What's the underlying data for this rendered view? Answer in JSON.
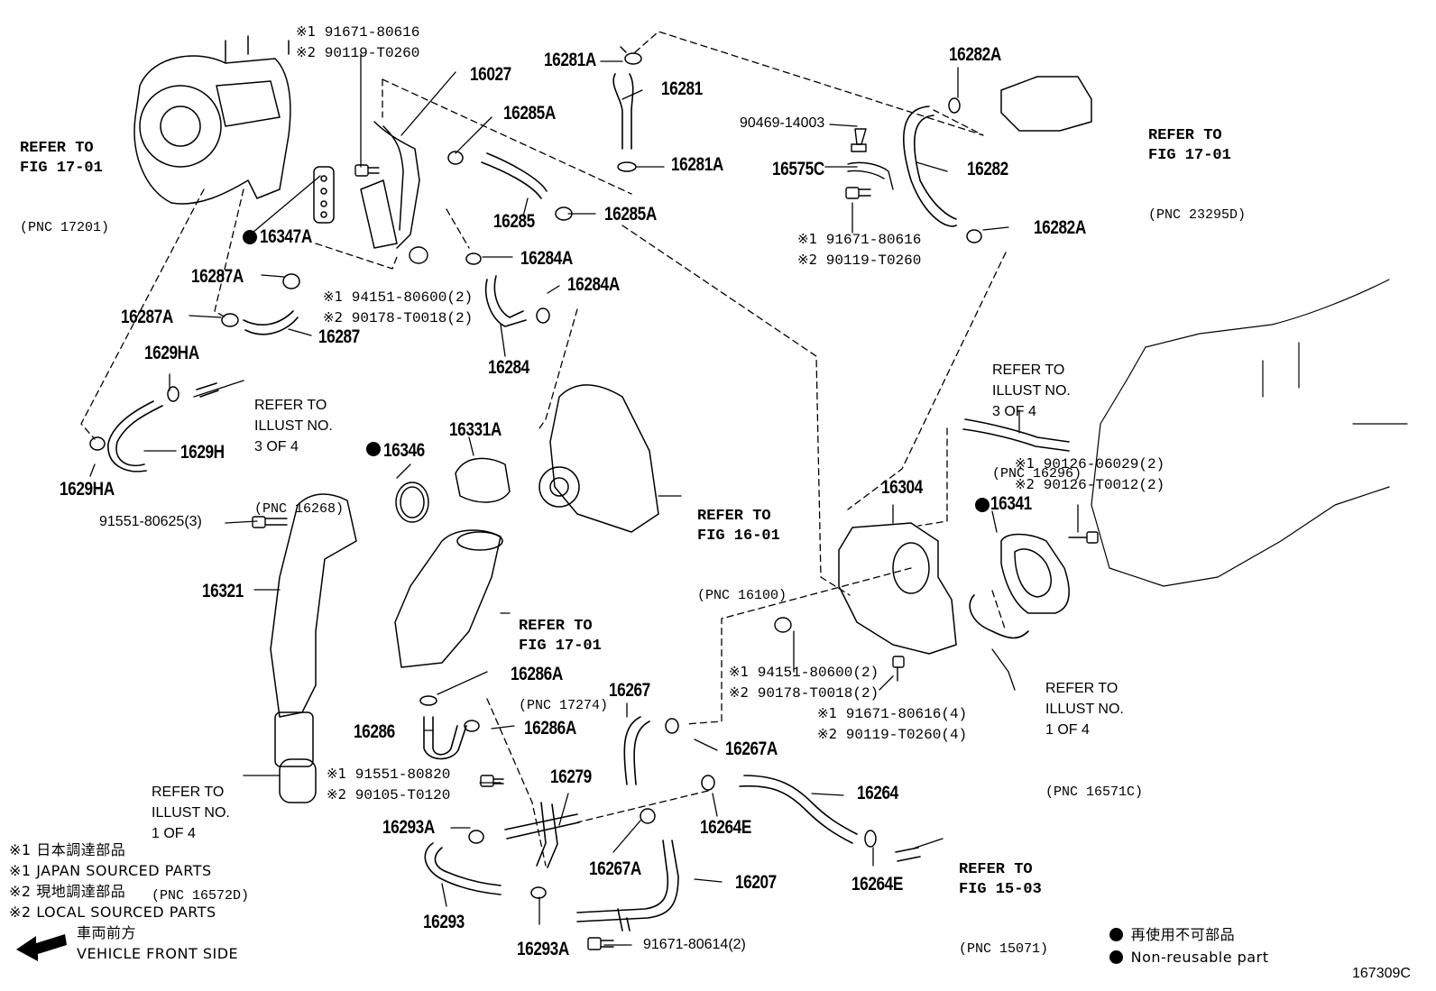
{
  "labels": {
    "l16027": "16027",
    "l16281A_top": "16281A",
    "l16281": "16281",
    "l16281A_bot": "16281A",
    "l16282A_top": "16282A",
    "l16282": "16282",
    "l16282A_bot": "16282A",
    "l90469": "90469-14003",
    "l16575C": "16575C",
    "l16285A_top": "16285A",
    "l16285": "16285",
    "l16285A_bot": "16285A",
    "l16284A_top": "16284A",
    "l16284A_bot": "16284A",
    "l16284": "16284",
    "l16347A": "16347A",
    "l16287A_top": "16287A",
    "l16287A_bot": "16287A",
    "l16287": "16287",
    "l1629HA_top": "1629HA",
    "l1629H": "1629H",
    "l1629HA_bot": "1629HA",
    "l16346": "16346",
    "l16331A": "16331A",
    "l91551_80625": "91551-80625(3)",
    "l16321": "16321",
    "l16304": "16304",
    "l16341": "16341",
    "l16286A_top": "16286A",
    "l16286": "16286",
    "l16286A_bot": "16286A",
    "l16267": "16267",
    "l16267A_top": "16267A",
    "l16279": "16279",
    "l16293A_top": "16293A",
    "l16293": "16293",
    "l16293A_bot": "16293A",
    "l16267A_bot": "16267A",
    "l16207": "16207",
    "l16264E_top": "16264E",
    "l16264": "16264",
    "l16264E_bot": "16264E",
    "l91671_80614": "91671-80614(2)",
    "code": "167309C"
  },
  "notes": {
    "n_top_1": "91671-80616",
    "n_top_2": "90119-T0260",
    "n_right_1": "91671-80616",
    "n_right_2": "90119-T0260",
    "n_mid_1": "94151-80600(2)",
    "n_mid_2": "90178-T0018(2)",
    "n_gasket_1": "90126-06029(2)",
    "n_gasket_2": "90126-T0012(2)",
    "n_wp_1": "94151-80600(2)",
    "n_wp_2": "90178-T0018(2)",
    "n_bolt4_1": "91671-80616(4)",
    "n_bolt4_2": "90119-T0260(4)",
    "n_bot_1": "91551-80820",
    "n_bot_2": "90105-T0120"
  },
  "refers": {
    "r1_title": "REFER TO\nFIG 17-01",
    "r1_pnc": "(PNC 17201)",
    "r2_title": "REFER TO\nFIG 17-01",
    "r2_pnc": "(PNC 23295D)",
    "r3_title": "REFER TO\nILLUST NO.\n3 OF 4",
    "r3_pnc": "(PNC 16268)",
    "r4_title": "REFER TO\nILLUST NO.\n3 OF 4",
    "r4_pnc": "(PNC 16296)",
    "r5_title": "REFER TO\nFIG 16-01",
    "r5_pnc": "(PNC 16100)",
    "r6_title": "REFER TO\nFIG 17-01",
    "r6_pnc": "(PNC 17274)",
    "r7_title": "REFER TO\nILLUST NO.\n1 OF 4",
    "r7_pnc": "(PNC 16571C)",
    "r8_title": "REFER TO\nILLUST NO.\n1 OF 4",
    "r8_pnc": "(PNC 16572D)",
    "r9_title": "REFER TO\nFIG 15-03",
    "r9_pnc": "(PNC 15071)"
  },
  "legend": {
    "mark1": "※1",
    "mark2": "※2",
    "l1_jp": "日本調達部品",
    "l1_en": "JAPAN SOURCED PARTS",
    "l2_jp": "現地調達部品",
    "l2_en": "LOCAL SOURCED PARTS",
    "front_jp": "車両前方",
    "front_en": "VEHICLE FRONT SIDE",
    "nonreuse_jp": "再使用不可部品",
    "nonreuse_en": "Non-reusable part"
  },
  "colors": {
    "ink": "#000000",
    "paper": "#ffffff"
  }
}
